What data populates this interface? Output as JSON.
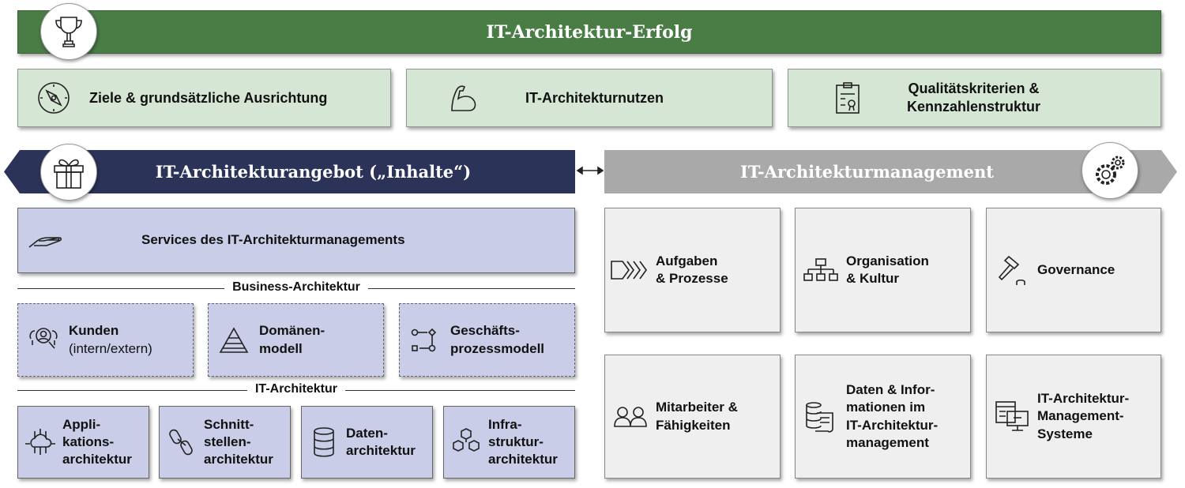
{
  "top": {
    "title": "IT-Architektur-Erfolg",
    "icon": "trophy-icon"
  },
  "row2": [
    {
      "label": "Ziele & grundsätzliche Ausrichtung",
      "icon": "compass-icon"
    },
    {
      "label": "IT-Architekturnutzen",
      "icon": "bicep-icon"
    },
    {
      "label_line1": "Qualitätskriterien &",
      "label_line2": "Kennzahlenstruktur",
      "icon": "clipboard-certificate-icon"
    }
  ],
  "offer": {
    "title": "IT-Architekturangebot („Inhalte“)",
    "icon": "gift-icon",
    "services": "Services des IT-Architekturmanagements",
    "business_label": "Business-Architektur",
    "business": [
      {
        "line1": "Kunden",
        "line2": "(intern/extern)",
        "icon": "customer-search-icon"
      },
      {
        "line1": "Domänen-",
        "line2": "modell",
        "icon": "pyramid-icon"
      },
      {
        "line1": "Geschäfts-",
        "line2": "prozessmodell",
        "icon": "process-flow-icon"
      }
    ],
    "it_label": "IT-Architektur",
    "it": [
      {
        "line1": "Appli-",
        "line2": "kations-",
        "line3": "architektur",
        "icon": "cloud-network-icon"
      },
      {
        "line1": "Schnitt-",
        "line2": "stellen-",
        "line3": "architektur",
        "icon": "chain-link-icon"
      },
      {
        "line1": "Daten-",
        "line2": "architektur",
        "icon": "database-icon"
      },
      {
        "line1": "Infra-",
        "line2": "struktur-",
        "line3": "architektur",
        "icon": "cubes-icon"
      }
    ]
  },
  "management": {
    "title": "IT-Architekturmanagement",
    "icon": "gears-icon",
    "items": [
      {
        "line1": "Aufgaben",
        "line2": "& Prozesse",
        "icon": "chevrons-process-icon"
      },
      {
        "line1": "Organisation",
        "line2": "& Kultur",
        "icon": "org-chart-icon"
      },
      {
        "line1": "Governance",
        "icon": "gavel-icon"
      },
      {
        "line1": "Mitarbeiter &",
        "line2": "Fähigkeiten",
        "icon": "people-icon"
      },
      {
        "line1": "Daten & Infor-",
        "line2": "mationen im",
        "line3": "IT-Architektur-",
        "line4": "management",
        "icon": "data-scroll-icon"
      },
      {
        "line1": "IT-Architektur-",
        "line2": "Management-",
        "line3": "Systeme",
        "icon": "system-monitor-icon"
      }
    ]
  },
  "colors": {
    "green": "#4a7c46",
    "light_green": "#d6e6d5",
    "navy": "#2b3359",
    "lavender": "#c9cde7",
    "grey_banner": "#a9a9a9",
    "grey_box": "#efefef"
  }
}
